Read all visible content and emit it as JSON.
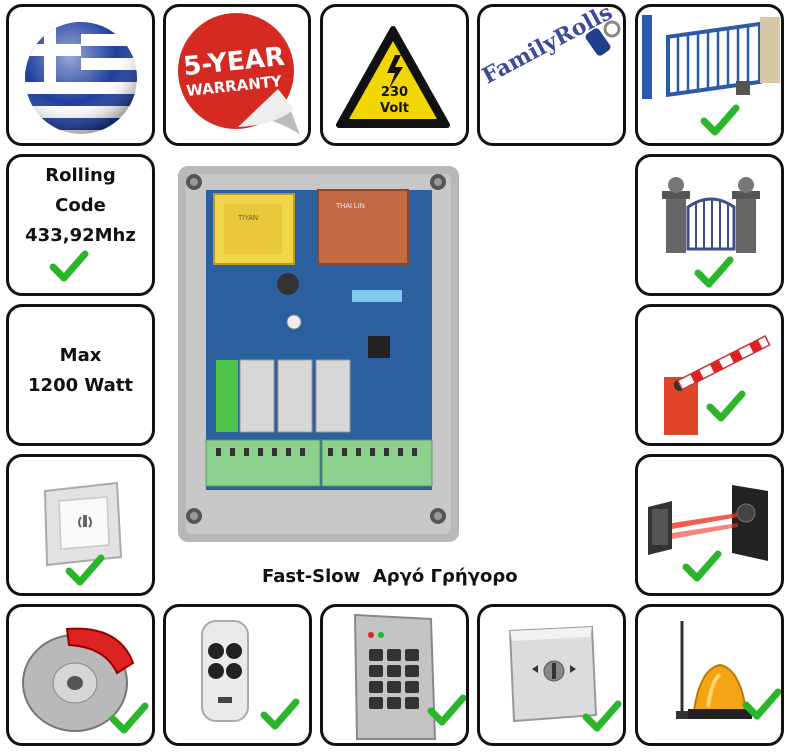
{
  "tiles": {
    "warranty": {
      "line1": "5-YEAR",
      "line2": "WARRANTY"
    },
    "voltage": {
      "value": "230",
      "unit": "Volt"
    },
    "brand": {
      "name": "FamilyRolls"
    },
    "rolling_code": {
      "line1": "Rolling",
      "line2": "Code",
      "line3": "433,92Mhz"
    },
    "max_power": {
      "line1": "Max",
      "line2": "1200  Watt"
    }
  },
  "caption": "Fast-Slow  Αργό Γρήγορο",
  "board": {
    "label_relay": "TIYAN",
    "label_trafo": "THAI LIN"
  },
  "colors": {
    "check": "#2bb52b",
    "frame": "#111111",
    "warranty_red": "#d42a22",
    "hazard_yellow": "#f2d600"
  }
}
